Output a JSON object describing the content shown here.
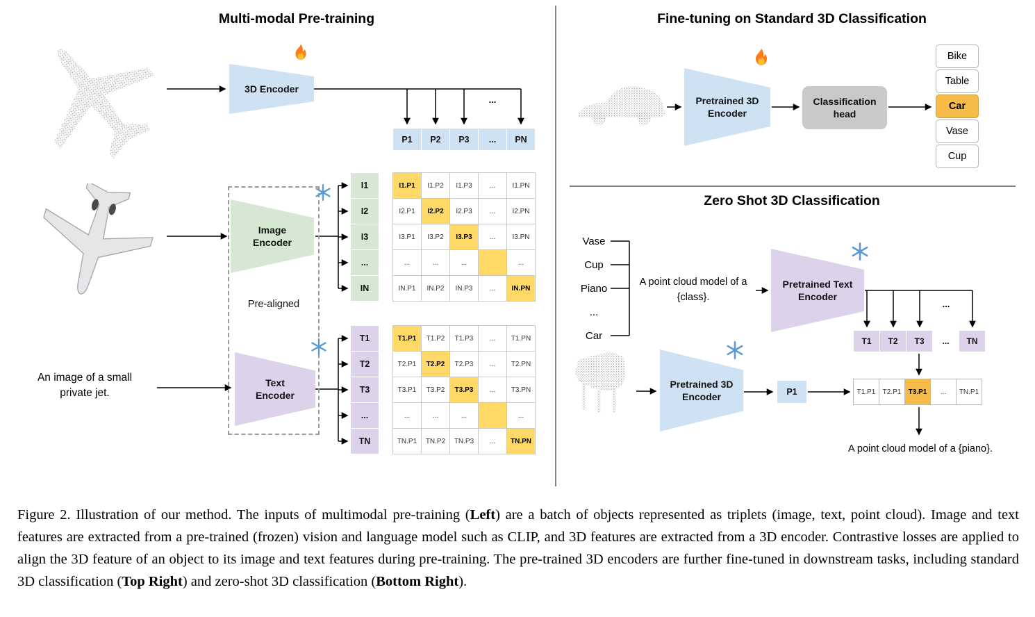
{
  "left": {
    "title": "Multi-modal Pre-training",
    "encoder_3d_label": "3D Encoder",
    "encoder_3d_icon": "fire-icon",
    "image_encoder_label": "Image\nEncoder",
    "image_encoder_icon": "snowflake-icon",
    "text_encoder_label": "Text\nEncoder",
    "text_encoder_icon": "snowflake-icon",
    "pre_aligned_label": "Pre-aligned",
    "input_text": "An image of a small private jet.",
    "dots_above_p": "...",
    "p_header": [
      "P1",
      "P2",
      "P3",
      "...",
      "PN"
    ],
    "i_labels": [
      "I1",
      "I2",
      "I3",
      "...",
      "IN"
    ],
    "t_labels": [
      "T1",
      "T2",
      "T3",
      "...",
      "TN"
    ],
    "i_matrix": [
      [
        "I1.P1",
        "I1.P2",
        "I1.P3",
        "...",
        "I1.PN"
      ],
      [
        "I2.P1",
        "I2.P2",
        "I2.P3",
        "...",
        "I2.PN"
      ],
      [
        "I3.P1",
        "I3.P2",
        "I3.P3",
        "...",
        "I3.PN"
      ],
      [
        "...",
        "...",
        "...",
        "",
        "..."
      ],
      [
        "IN.P1",
        "IN.P2",
        "IN.P3",
        "...",
        "IN.PN"
      ]
    ],
    "t_matrix": [
      [
        "T1.P1",
        "T1.P2",
        "T1.P3",
        "...",
        "T1.PN"
      ],
      [
        "T2.P1",
        "T2.P2",
        "T2.P3",
        "...",
        "T2.PN"
      ],
      [
        "T3.P1",
        "T3.P2",
        "T3.P3",
        "...",
        "T3.PN"
      ],
      [
        "...",
        "...",
        "...",
        "",
        "..."
      ],
      [
        "TN.P1",
        "TN.P2",
        "TN.P3",
        "...",
        "TN.PN"
      ]
    ]
  },
  "top_right": {
    "title": "Fine-tuning on Standard 3D Classification",
    "encoder_label": "Pretrained 3D\nEncoder",
    "encoder_icon": "fire-icon",
    "head_label": "Classification\nhead",
    "classes": [
      "Bike",
      "Table",
      "Car",
      "Vase",
      "Cup"
    ],
    "highlighted_class": "Car"
  },
  "bottom_right": {
    "title": "Zero Shot 3D Classification",
    "class_list": [
      "Vase",
      "Cup",
      "Piano",
      "...",
      "Car"
    ],
    "prompt_text": "A point cloud model of a {class}.",
    "text_encoder_label": "Pretrained Text\nEncoder",
    "text_encoder_icon": "snowflake-icon",
    "encoder_3d_label": "Pretrained 3D\nEncoder",
    "encoder_3d_icon": "snowflake-icon",
    "dots_above_t": "...",
    "t_row": [
      "T1",
      "T2",
      "T3",
      "...",
      "TN"
    ],
    "p_cell": "P1",
    "result_row": [
      "T1.P1",
      "T2.P1",
      "T3.P1",
      "...",
      "TN.P1"
    ],
    "result_highlight": "T3.P1",
    "result_caption": "A point cloud model of a {piano}."
  },
  "caption": {
    "segments": [
      {
        "text": "Figure 2. Illustration of our method. The inputs of multimodal pre-training (",
        "bold": false
      },
      {
        "text": "Left",
        "bold": true
      },
      {
        "text": ") are a batch of objects represented as triplets (image, text, point cloud). Image and text features are extracted from a pre-trained (frozen) vision and language model such as CLIP, and 3D features are extracted from a 3D encoder. Contrastive losses are applied to align the 3D feature of an object to its image and text features during pre-training. The pre-trained 3D encoders are further fine-tuned in downstream tasks, including standard 3D classification (",
        "bold": false
      },
      {
        "text": "Top Right",
        "bold": true
      },
      {
        "text": ") and zero-shot 3D classification (",
        "bold": false
      },
      {
        "text": "Bottom Right",
        "bold": true
      },
      {
        "text": ").",
        "bold": false
      }
    ]
  }
}
